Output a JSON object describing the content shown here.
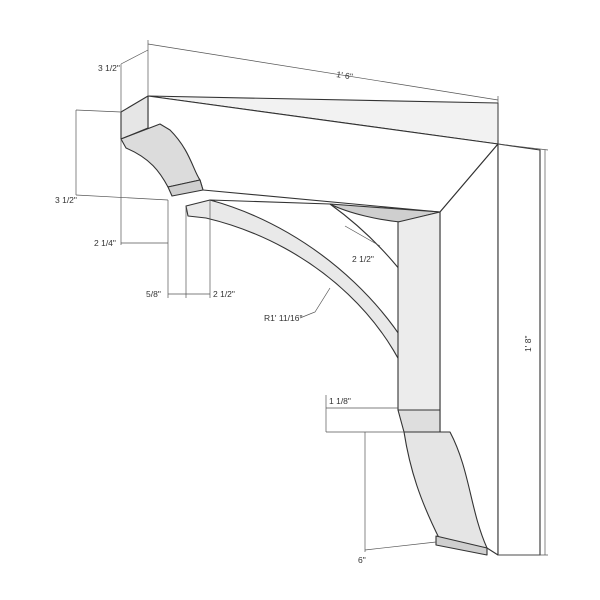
{
  "drawing": {
    "dimensions": {
      "top_width": "1' 6\"",
      "height": "1' 8\"",
      "cap_thickness": "3 1/2\"",
      "cove_height": "3 1/2\"",
      "cove_projection": "2 1/4\"",
      "fillet": "5/8\"",
      "arm_thickness_horizontal": "2 1/2\"",
      "arm_thickness": "2 1/2\"",
      "arc_radius": "R1' 11/16\"",
      "step": "1 1/8\"",
      "foot": "6\""
    },
    "colors": {
      "face": "#ffffff",
      "side": "#e9e9e9",
      "shadow": "#cfcfcf",
      "edge": "#333333",
      "dimension": "#555555"
    }
  }
}
